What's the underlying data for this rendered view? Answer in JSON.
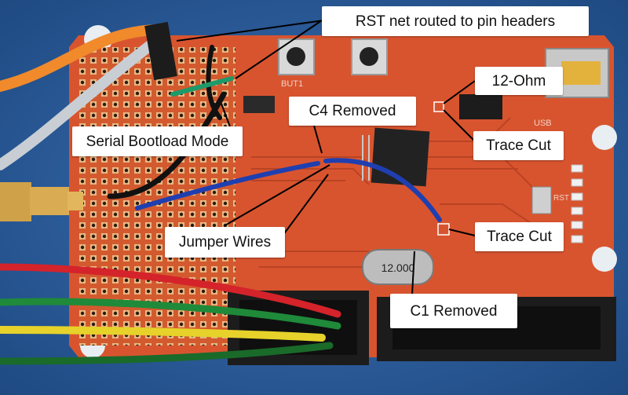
{
  "callouts": {
    "rst_net": "RST net routed to pin headers",
    "ohm": "12-Ohm",
    "c4": "C4 Removed",
    "serial": "Serial Bootload Mode",
    "trace_cut_top": "Trace Cut",
    "jumper": "Jumper Wires",
    "trace_cut_bottom": "Trace Cut",
    "c1": "C1 Removed"
  },
  "board_markings": {
    "crystal": "12.000",
    "but1": "BUT1",
    "usb": "USB",
    "rst": "RST"
  },
  "colors": {
    "background": "#2c5e9c",
    "board": "#d8542f",
    "board_dark": "#b23f20",
    "header": "#1c1c1c",
    "blue_wire": "#1f3fb0",
    "callout_bg": "#ffffff",
    "pointer_line": "#000000"
  }
}
